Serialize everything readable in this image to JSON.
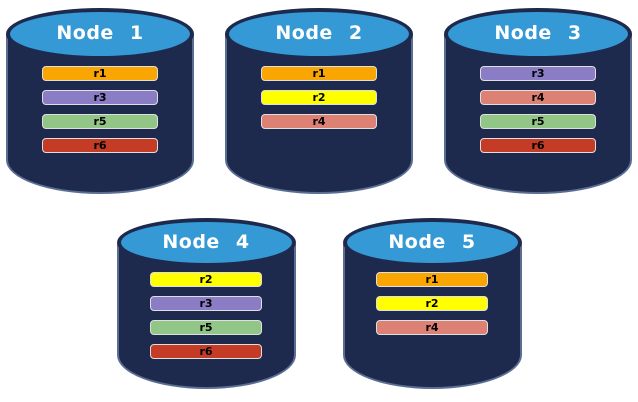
{
  "palette": {
    "orange": "#F9A602",
    "yellow": "#FFFF00",
    "purple": "#8A7CC5",
    "green": "#92C687",
    "red": "#C43C25",
    "salmon": "#DC8173"
  },
  "cylinder_style": {
    "body_color": "#1E2A4D",
    "top_color": "#3599D6",
    "title_color": "#FFFFFF",
    "bar_text_color": "#000000"
  },
  "rows": [
    {
      "nodes": [
        {
          "title": "Node 1",
          "replicas": [
            {
              "label": "r1",
              "color": "orange"
            },
            {
              "label": "r3",
              "color": "purple"
            },
            {
              "label": "r5",
              "color": "green"
            },
            {
              "label": "r6",
              "color": "red"
            }
          ]
        },
        {
          "title": "Node 2",
          "replicas": [
            {
              "label": "r1",
              "color": "orange"
            },
            {
              "label": "r2",
              "color": "yellow"
            },
            {
              "label": "r4",
              "color": "salmon"
            }
          ]
        },
        {
          "title": "Node 3",
          "replicas": [
            {
              "label": "r3",
              "color": "purple"
            },
            {
              "label": "r4",
              "color": "salmon"
            },
            {
              "label": "r5",
              "color": "green"
            },
            {
              "label": "r6",
              "color": "red"
            }
          ]
        }
      ]
    },
    {
      "nodes": [
        {
          "title": "Node 4",
          "replicas": [
            {
              "label": "r2",
              "color": "yellow"
            },
            {
              "label": "r3",
              "color": "purple"
            },
            {
              "label": "r5",
              "color": "green"
            },
            {
              "label": "r6",
              "color": "red"
            }
          ]
        },
        {
          "title": "Node 5",
          "replicas": [
            {
              "label": "r1",
              "color": "orange"
            },
            {
              "label": "r2",
              "color": "yellow"
            },
            {
              "label": "r4",
              "color": "salmon"
            }
          ]
        }
      ]
    }
  ]
}
